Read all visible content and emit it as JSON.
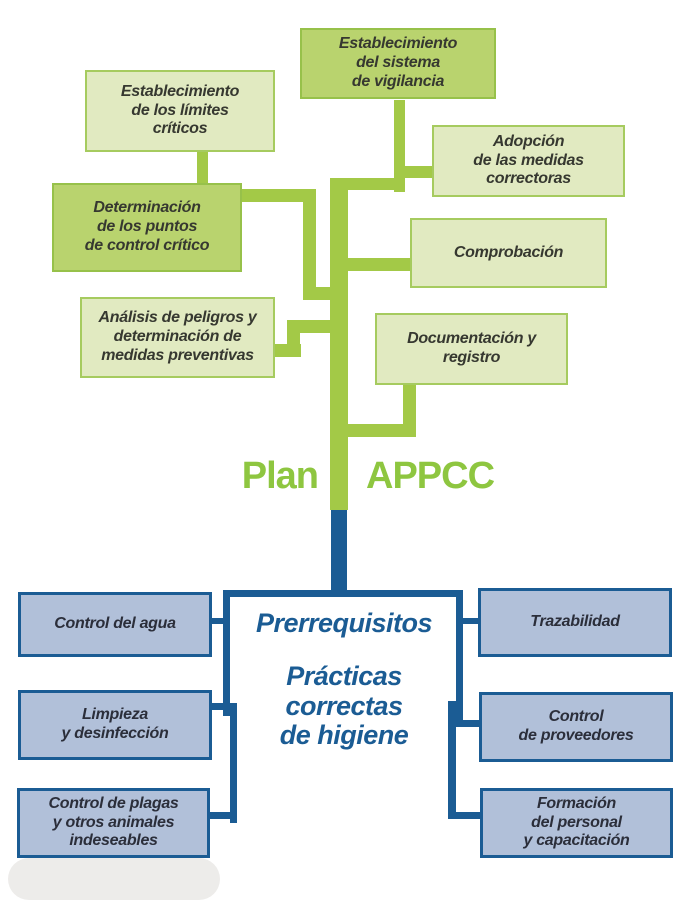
{
  "palette": {
    "line_green": "#a3c947",
    "appcc_green": "#8ec640",
    "box_green_dark_fill": "#b9d36e",
    "box_green_dark_border": "#97c14a",
    "box_green_light_fill": "#e1eac1",
    "box_green_light_border": "#a6cb5f",
    "blue": "#1b5c94",
    "box_blue_fill": "#b1c0d9",
    "box_text_dark": "#363830",
    "box_text_navy": "#2b2e3a"
  },
  "plan_label": "Plan",
  "appcc_label": "APPCC",
  "haccp": {
    "vigilancia": "Establecimiento\ndel sistema\nde vigilancia",
    "limites": "Establecimiento\nde los límites\ncríticos",
    "adopcion": "Adopción\nde las medidas\ncorrectoras",
    "determinacion": "Determinación\nde los puntos\nde control crítico",
    "comprobacion": "Comprobación",
    "analisis": "Análisis de peligros y\ndeterminación de\nmedidas preventivas",
    "documentacion": "Documentación y\nregistro"
  },
  "prerequisitos": {
    "heading": "Prerrequisitos",
    "subheading": "Prácticas\ncorrectas\nde higiene",
    "agua": "Control del agua",
    "limpieza": "Limpieza\ny desinfección",
    "plagas": "Control de plagas\ny otros animales\nindeseables",
    "trazabilidad": "Trazabilidad",
    "proveedores": "Control\nde proveedores",
    "formacion": "Formación\ndel personal\ny capacitación"
  }
}
